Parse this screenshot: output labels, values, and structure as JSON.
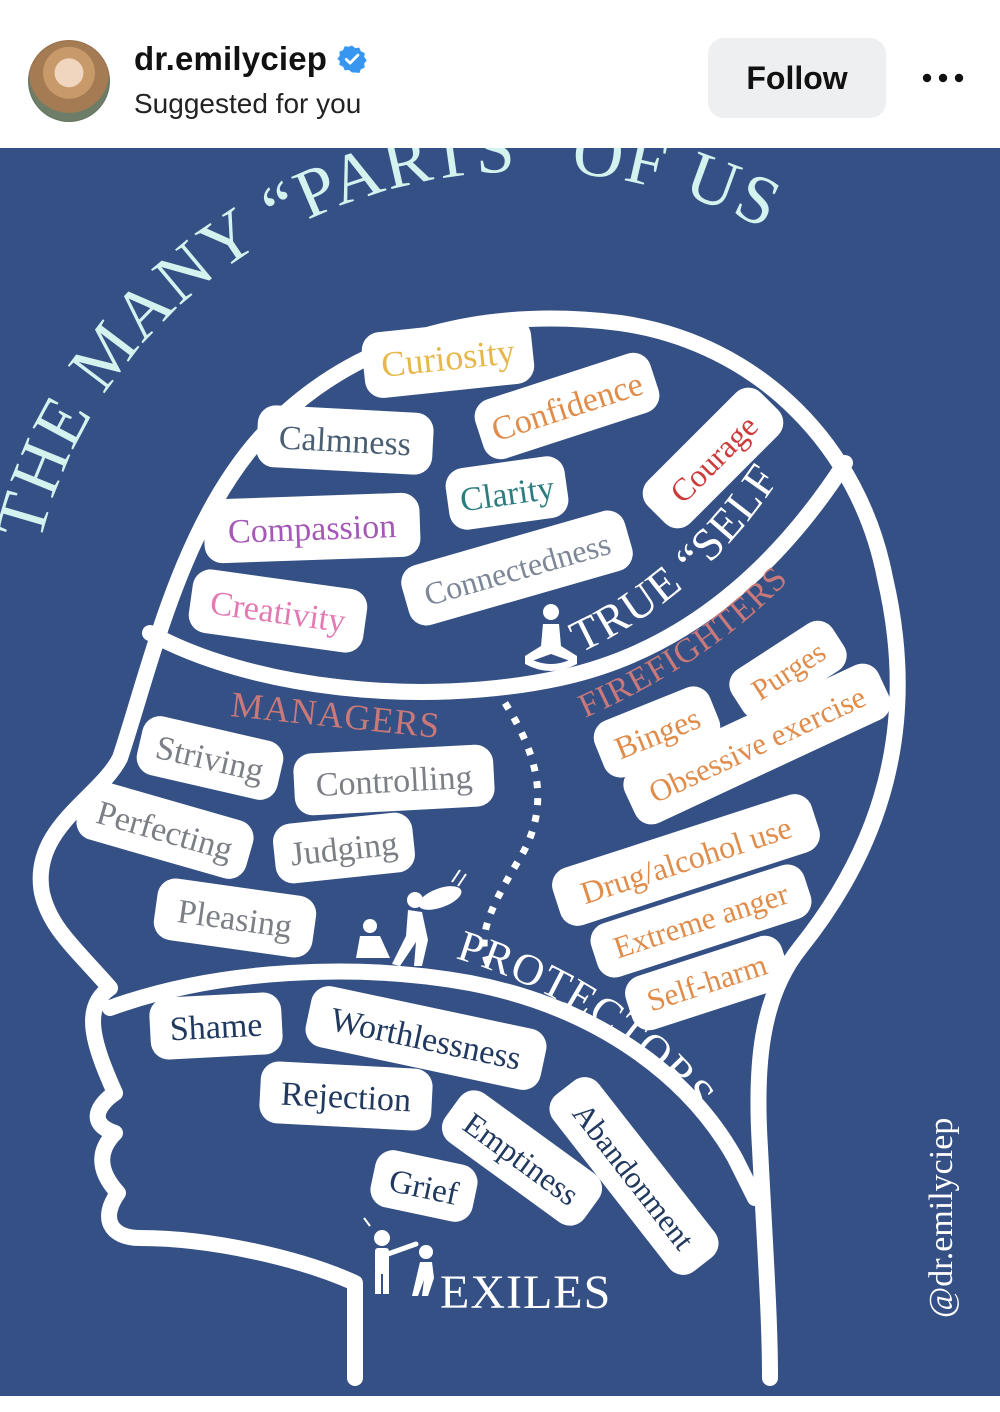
{
  "header": {
    "username": "dr.emilyciep",
    "subtitle": "Suggested for you",
    "follow_label": "Follow",
    "more_icon": "more-horizontal-icon",
    "verified_icon": "verified-badge-icon",
    "verified_color": "#3797F0"
  },
  "infographic": {
    "title_part1": "THE MANY “PARTS”",
    "title_part2": "OF US",
    "background_color": "#355085",
    "title_color": "#d4f2ee",
    "self_section": {
      "label": "TRUE “SELF”",
      "items": [
        {
          "label": "Curiosity",
          "color": "#e6b84c"
        },
        {
          "label": "Calmness",
          "color": "#4a5e73"
        },
        {
          "label": "Confidence",
          "color": "#e08c4b"
        },
        {
          "label": "Compassion",
          "color": "#a459b7"
        },
        {
          "label": "Clarity",
          "color": "#2d7c7f"
        },
        {
          "label": "Courage",
          "color": "#cc3a3a"
        },
        {
          "label": "Creativity",
          "color": "#e37ab3"
        },
        {
          "label": "Connectedness",
          "color": "#7d8797"
        }
      ]
    },
    "managers": {
      "label": "MANAGERS",
      "color": "#c97979",
      "items": [
        "Striving",
        "Controlling",
        "Perfecting",
        "Judging",
        "Pleasing"
      ],
      "item_color": "#7c8086"
    },
    "firefighters": {
      "label": "FIREFIGHTERS",
      "color": "#c97979",
      "items": [
        "Binges",
        "Purges",
        "Obsessive exercise",
        "Drug/alcohol use",
        "Extreme anger",
        "Self-harm"
      ],
      "item_color": "#e08c4b"
    },
    "protectors": {
      "label": "PROTECTORS"
    },
    "exiles": {
      "label": "EXILES",
      "items": [
        "Shame",
        "Worthlessness",
        "Rejection",
        "Emptiness",
        "Abandonment",
        "Grief"
      ],
      "item_color": "#22395f"
    },
    "watermark": "@dr.emilyciep"
  }
}
